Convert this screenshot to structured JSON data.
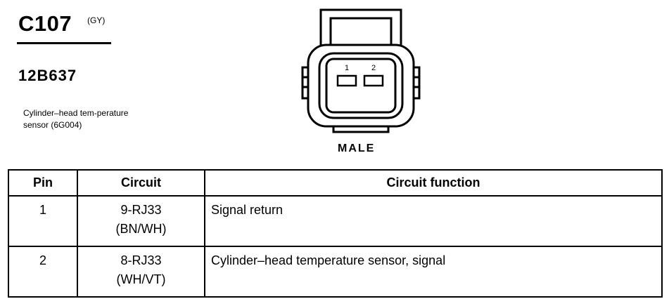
{
  "connector": {
    "id": "C107",
    "color": "(GY)",
    "part_number": "12B637",
    "description": "Cylinder–head tem-perature sensor (6G004)",
    "gender": "MALE",
    "pin_labels": [
      "1",
      "2"
    ]
  },
  "table": {
    "headers": [
      "Pin",
      "Circuit",
      "Circuit function"
    ],
    "rows": [
      {
        "pin": "1",
        "circuit": "9-RJ33",
        "wire_color": "(BN/WH)",
        "function": "Signal return"
      },
      {
        "pin": "2",
        "circuit": "8-RJ33",
        "wire_color": "(WH/VT)",
        "function": "Cylinder–head temperature sensor, signal"
      }
    ]
  }
}
